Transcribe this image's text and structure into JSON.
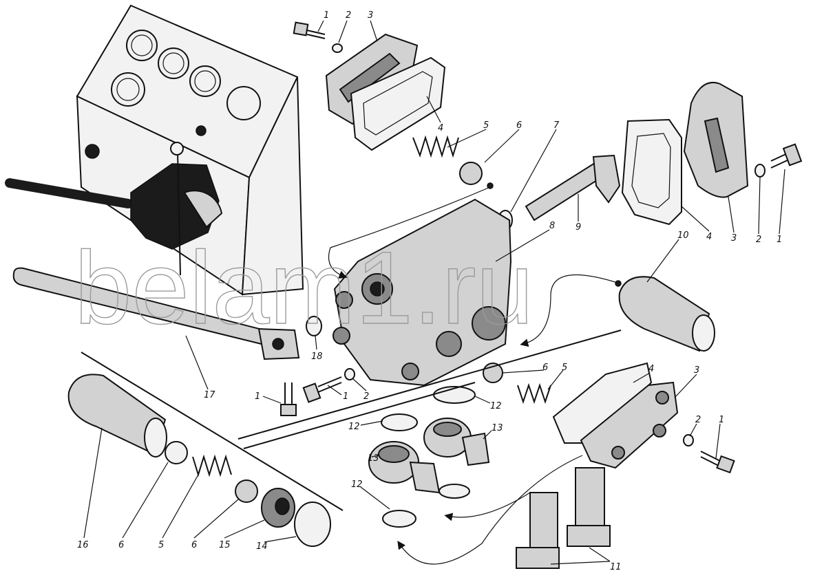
{
  "watermark": "belam1.ru",
  "callouts": {
    "top_bolt": "1",
    "top_washer": "2",
    "top_cover": "3",
    "top_gasket": "4",
    "top_spring": "5",
    "top_ball": "6",
    "oring": "7",
    "body": "8",
    "spool": "9",
    "right_gasket": "4",
    "right_cover": "3",
    "right_washer": "2",
    "right_bolt": "1",
    "sleeve": "10",
    "lever": "17",
    "ring18": "18",
    "bolt_a": "1",
    "bolt_b": "1",
    "washer_mid": "2",
    "mid_ball": "6",
    "mid_spring": "5",
    "mid_gasket": "4",
    "mid_cover": "3",
    "mid_washer": "2",
    "mid_bolt": "1",
    "seal_a": "12",
    "seal_b": "12",
    "seal_c": "12",
    "banjo_a": "13",
    "banjo_b": "13",
    "banjo_bolts": "11",
    "sleeve16": "16",
    "ball_a": "6",
    "spring_low": "5",
    "ball_b": "6",
    "nut15": "15",
    "ring14": "14"
  }
}
